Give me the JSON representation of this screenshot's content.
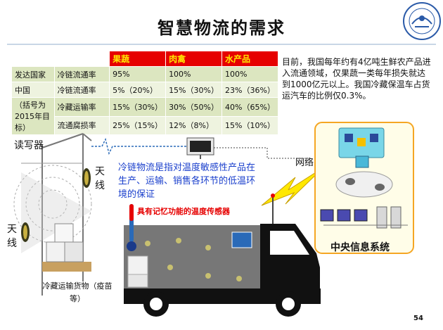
{
  "title": "智慧物流的需求",
  "table": {
    "headers": [
      "",
      "",
      "果蔬",
      "肉禽",
      "水产品"
    ],
    "rows": [
      [
        "发达国家",
        "冷链流通率",
        "95%",
        "100%",
        "100%"
      ],
      [
        "中国",
        "冷链流通率",
        "5%（20%）",
        "15%（30%）",
        "23%（36%）"
      ],
      [
        "（括号为2015年目标）",
        "冷藏运输率",
        "15%（30%）",
        "30%（50%）",
        "40%（65%）"
      ],
      [
        "",
        "流通腐损率",
        "25%（15%）",
        "12%（8%）",
        "15%（10%）"
      ]
    ]
  },
  "paragraph": "目前，我国每年约有4亿吨生鲜农产品进入流通领域，仅果蔬一类每年损失就达到1000亿元以上。我国冷藏保温车占货运汽车的比例仅0.3%。",
  "labels": {
    "reader": "读写器",
    "antenna1": "天线",
    "antenna2": "天线",
    "network": "网络",
    "description": "冷链物流是指对温度敏感性产品在生产、运输、销售各环节的低温环境的保证",
    "sensor": "具有记忆功能的温度传感器",
    "cargo": "冷藏运输货物（疫苗等）",
    "central": "中央信息系统"
  },
  "page_number": "54",
  "colors": {
    "header_bg": "#e60000",
    "header_text": "#ffe800",
    "cell_bg": "#dce6c0",
    "description_text": "#1a3fcc",
    "sensor_text": "#e60000",
    "central_box": "#f5a623"
  },
  "icons": [
    "university-seal-icon",
    "rfid-reader-icon",
    "antenna-icon",
    "signal-wave-icon",
    "lightning-bolt-icon",
    "thermometer-icon",
    "truck-icon",
    "server-icon",
    "workstation-icon",
    "telephone-icon"
  ]
}
